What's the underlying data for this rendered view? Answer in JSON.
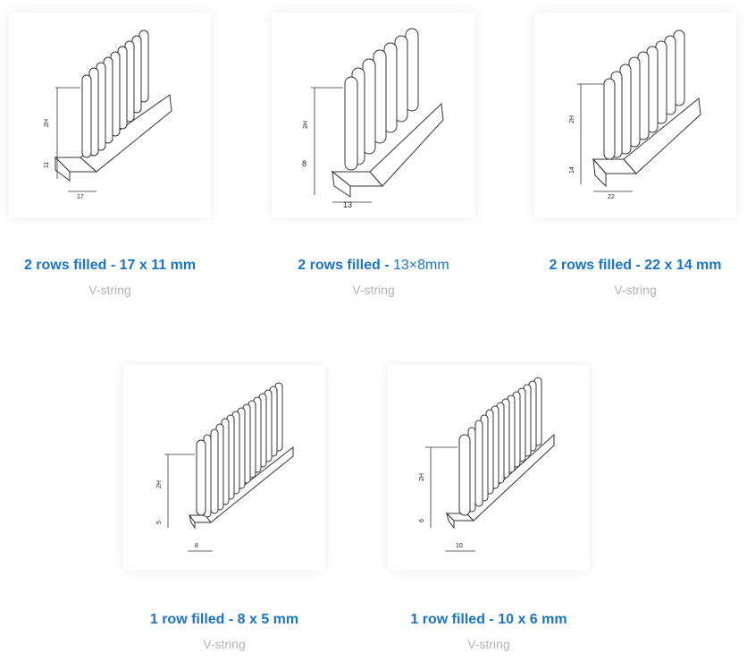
{
  "products": [
    {
      "title": "2 rows filled - 17 x 11 mm",
      "subtitle": "V-string",
      "labels": {
        "height": "2H",
        "base": "11",
        "width": "17"
      }
    },
    {
      "title_prefix": "2 rows filled - ",
      "title_dims": "13×8mm",
      "subtitle": "V-string",
      "labels": {
        "height": "2H",
        "base": "8",
        "width": "13"
      }
    },
    {
      "title": "2 rows filled - 22 x 14 mm",
      "subtitle": "V-string",
      "labels": {
        "height": "2H",
        "base": "14",
        "width": "22"
      }
    },
    {
      "title": "1 row filled - 8 x 5 mm",
      "subtitle": "V-string",
      "labels": {
        "height": "2H",
        "base": "5",
        "width": "8"
      }
    },
    {
      "title": "1 row filled - 10 x 6 mm",
      "subtitle": "V-string",
      "labels": {
        "height": "2H",
        "base": "6",
        "width": "10"
      }
    }
  ],
  "icons": {
    "product_image": "brush-strip-drawing-icon"
  }
}
